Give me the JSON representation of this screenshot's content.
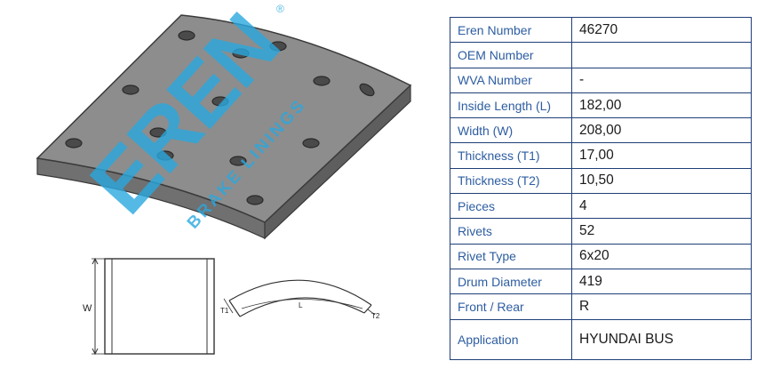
{
  "watermark": {
    "brand": "EREN",
    "tagline": "BRAKE LININGS",
    "registered": "®",
    "color": "#2aa8df"
  },
  "drawing": {
    "width_label": "W",
    "length_label": "L",
    "thickness1_label": "T1",
    "thickness2_label": "T2"
  },
  "specs": [
    {
      "label": "Eren Number",
      "value": "46270"
    },
    {
      "label": "OEM Number",
      "value": ""
    },
    {
      "label": "WVA Number",
      "value": "-"
    },
    {
      "label": "Inside Length (L)",
      "value": "182,00"
    },
    {
      "label": "Width (W)",
      "value": "208,00"
    },
    {
      "label": "Thickness (T1)",
      "value": "17,00"
    },
    {
      "label": "Thickness (T2)",
      "value": "10,50"
    },
    {
      "label": "Pieces",
      "value": "4"
    },
    {
      "label": "Rivets",
      "value": "52"
    },
    {
      "label": "Rivet Type",
      "value": "6x20"
    },
    {
      "label": "Drum Diameter",
      "value": "419"
    },
    {
      "label": "Front / Rear",
      "value": "R"
    },
    {
      "label": "Application",
      "value": "HYUNDAI BUS"
    }
  ],
  "colors": {
    "table_border": "#1f3f78",
    "label_text": "#2d5da1",
    "lining_top": "#8a8a8a",
    "lining_side": "#6f6f6f"
  }
}
